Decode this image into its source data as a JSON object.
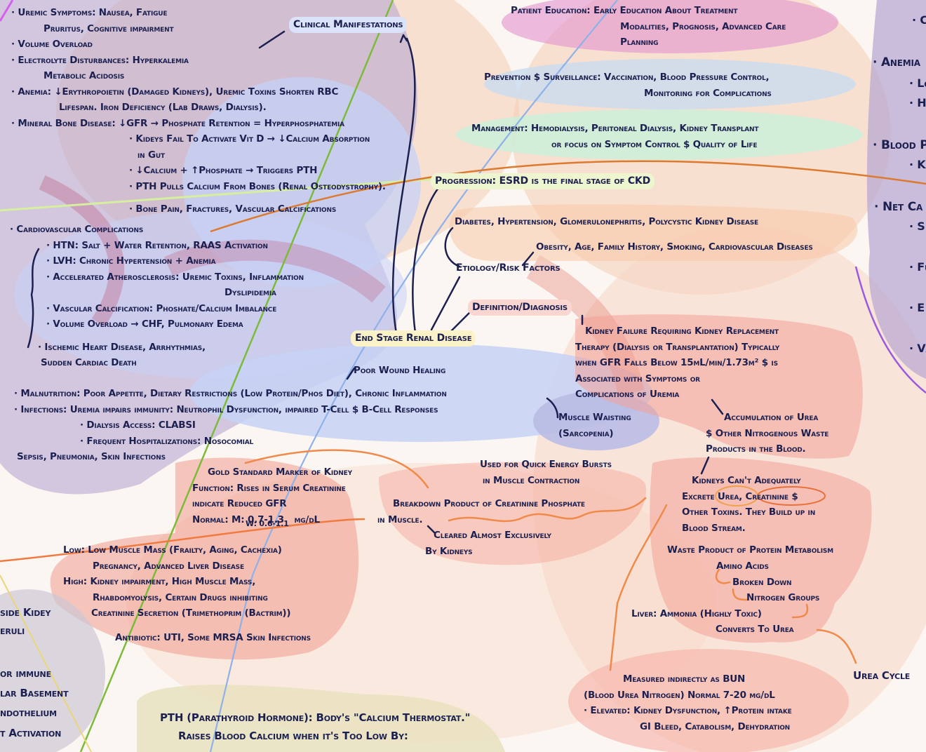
{
  "title": "End Stage Renal Disease",
  "colors": {
    "ink": "#1c2050",
    "purple_blob": "#b7a6cf",
    "blue_blob": "#c7d3f4",
    "pink_blob": "#f5a79e",
    "peach_blob": "#f9dccb",
    "green_blob": "#c9f1dc",
    "magenta_blob": "#e6a3d5",
    "yellow_highlight": "#fbf3c7",
    "orange_arrow": "#f08a4b",
    "green_line": "#7cbb3a",
    "blue_line": "#8fb1ea"
  },
  "central": {
    "label": "End Stage Renal Disease"
  },
  "branches": {
    "clinical": "Clinical Manifestations",
    "progression": "Progression: ESRD is the final stage of CKD",
    "etiology": "Etiology/Risk Factors",
    "definition": "Definition/Diagnosis",
    "management": [
      "Management: Hemodialysis, Peritoneal Dialysis, Kidney Transplant",
      "or focus on Symptom Control $ Quality of Life"
    ],
    "prevention": [
      "Prevention $ Surveillance: Vaccination, Blood Pressure Control,",
      "Monitoring for Complications"
    ],
    "education": [
      "Patient Education: Early Education About Treatment",
      "Modalities, Prognosis, Advanced Care",
      "Planning"
    ]
  },
  "clinical_list": [
    "· Uremic Symptoms: Nausea, Fatigue",
    "Pruritus, Cognitive impairment",
    "· Volume Overload",
    "· Electrolyte Disturbances: Hyperkalemia",
    "Metabolic Acidosis",
    "· Anemia: ↓Erythropoietin (Damaged Kidneys), Uremic Toxins Shorten RBC",
    "Lifespan. Iron Deficiency (Lab Draws, Dialysis).",
    "· Mineral Bone Disease: ↓GFR → Phosphate Retention = Hyperphosphatemia",
    "· Kideys Fail To Activate Vit D → ↓Calcium Absorption",
    "in Gut",
    "· ↓Calcium + ↑Phosphate → Triggers PTH",
    "· PTH Pulls Calcium From Bones (Renal Osteodystrophy).",
    "· Bone Pain, Fractures, Vascular Calcifications"
  ],
  "cardio": {
    "heading": "· Cardiovascular Complications",
    "items": [
      "· HTN: Salt + Water Retention, RAAS Activation",
      "· LVH: Chronic Hypertension + Anemia",
      "· Accelerated Atherosclerosis: Uremic Toxins, Inflammation",
      "Dyslipidemia",
      "· Vascular Calcification: Phoshate/Calcium Imbalance",
      "· Volume Overload → CHF, Pulmonary Edema"
    ],
    "outcome": [
      "· Ischemic Heart Disease, Arrhythmias,",
      "Sudden Cardiac Death"
    ]
  },
  "malnutrition": [
    "· Malnutrition: Poor Appetite, Dietary Restrictions (Low Protein/Phos Diet), Chronic Inflammation",
    "· Infections: Uremia impairs immunity: Neutrophil Dysfunction, impaired T-Cell $ B-Cell Responses",
    "· Dialysis Access: CLABSI",
    "· Frequent Hospitalizations: Nosocomial",
    "Sepsis, Pneumonia, Skin Infections"
  ],
  "poor_wound": "Poor Wound Healing",
  "muscle_wasting": [
    "Muscle Waisting",
    "(Sarcopenia)"
  ],
  "etiology_items": {
    "primary": "Diabetes, Hypertension, Glomerulonephritis, Polycystic Kidney Disease",
    "risk": "Obesity, Age, Family History, Smoking, Cardiovascular Diseases"
  },
  "definition_text": [
    "Kidney Failure Requiring Kidney Replacement",
    "Therapy (Dialysis or Transplantation) Typically",
    "when GFR Falls Below 15mL/min/1.73m² $ is",
    "Associated with Symptoms or",
    "Complications of Uremia"
  ],
  "accumulation": [
    "Accumulation of Urea",
    "$ Other Nitrogenous Waste",
    "Products in the Blood."
  ],
  "kidneys_cant": [
    "Kidneys Can't Adequately",
    "Excrete Urea, Creatinine $",
    "Other Toxins. They Build up in",
    "Blood Stream."
  ],
  "urea": {
    "waste": "Waste Product of Protein Metabolism",
    "amino": "Amino Acids",
    "broken": "Broken Down",
    "nitrogen": "Nitrogen Groups",
    "liver": "Liver: Ammonia (Highly Toxic)",
    "converts": "Converts To Urea",
    "cycle": "Urea Cycle",
    "bun": [
      "Measured indirectly as BUN",
      "(Blood Urea Nitrogen) Normal 7-20 mg/dL",
      "· Elevated: Kidney Dysfunction, ↑Protein intake",
      "GI Bleed, Catabolism, Dehydration"
    ]
  },
  "creatinine": {
    "used_for": [
      "Used for Quick Energy Bursts",
      "in Muscle Contraction"
    ],
    "breakdown": [
      "Breakdown Product of Creatinine Phosphate",
      "in Muscle."
    ],
    "cleared": [
      "Cleared Almost Exclusively",
      "By Kidneys"
    ],
    "gold": [
      "Gold Standard Marker of Kidney",
      "Function: Rises in Serum Creatinine",
      "indicate Reduced GFR",
      "Normal: M: 0.7-1.3",
      "W: 0.6-1.1",
      "mg/dL"
    ],
    "low_high": [
      "Low: Low Muscle Mass (Frailty, Aging, Cachexia)",
      "Pregnancy, Advanced Liver Disease",
      "High: Kidney impairment, High Muscle Mass,",
      "Rhabdomyolysis, Certain Drugs inhibiting",
      "Creatinine Secretion (Trimethoprim (Bactrim))"
    ],
    "antibiotic": "Antibiotic: UTI, Some MRSA Skin Infections"
  },
  "pth": [
    "PTH (Parathyroid Hormone): Body's \"Calcium Thermostat.\"",
    "Raises Blood Calcium when it's Too Low By:"
  ],
  "left_edge_fragments": [
    "side Kidey",
    "eruli",
    "or immune",
    "lar Basement",
    "ndothelium",
    "t Activation"
  ],
  "right_edge_fragments": [
    "· C",
    "· Anemia",
    "· Lo",
    "· Ha",
    "· Blood P",
    "· K",
    "· Net Ca",
    "· S",
    "· Fu",
    "· E",
    "· Va"
  ]
}
